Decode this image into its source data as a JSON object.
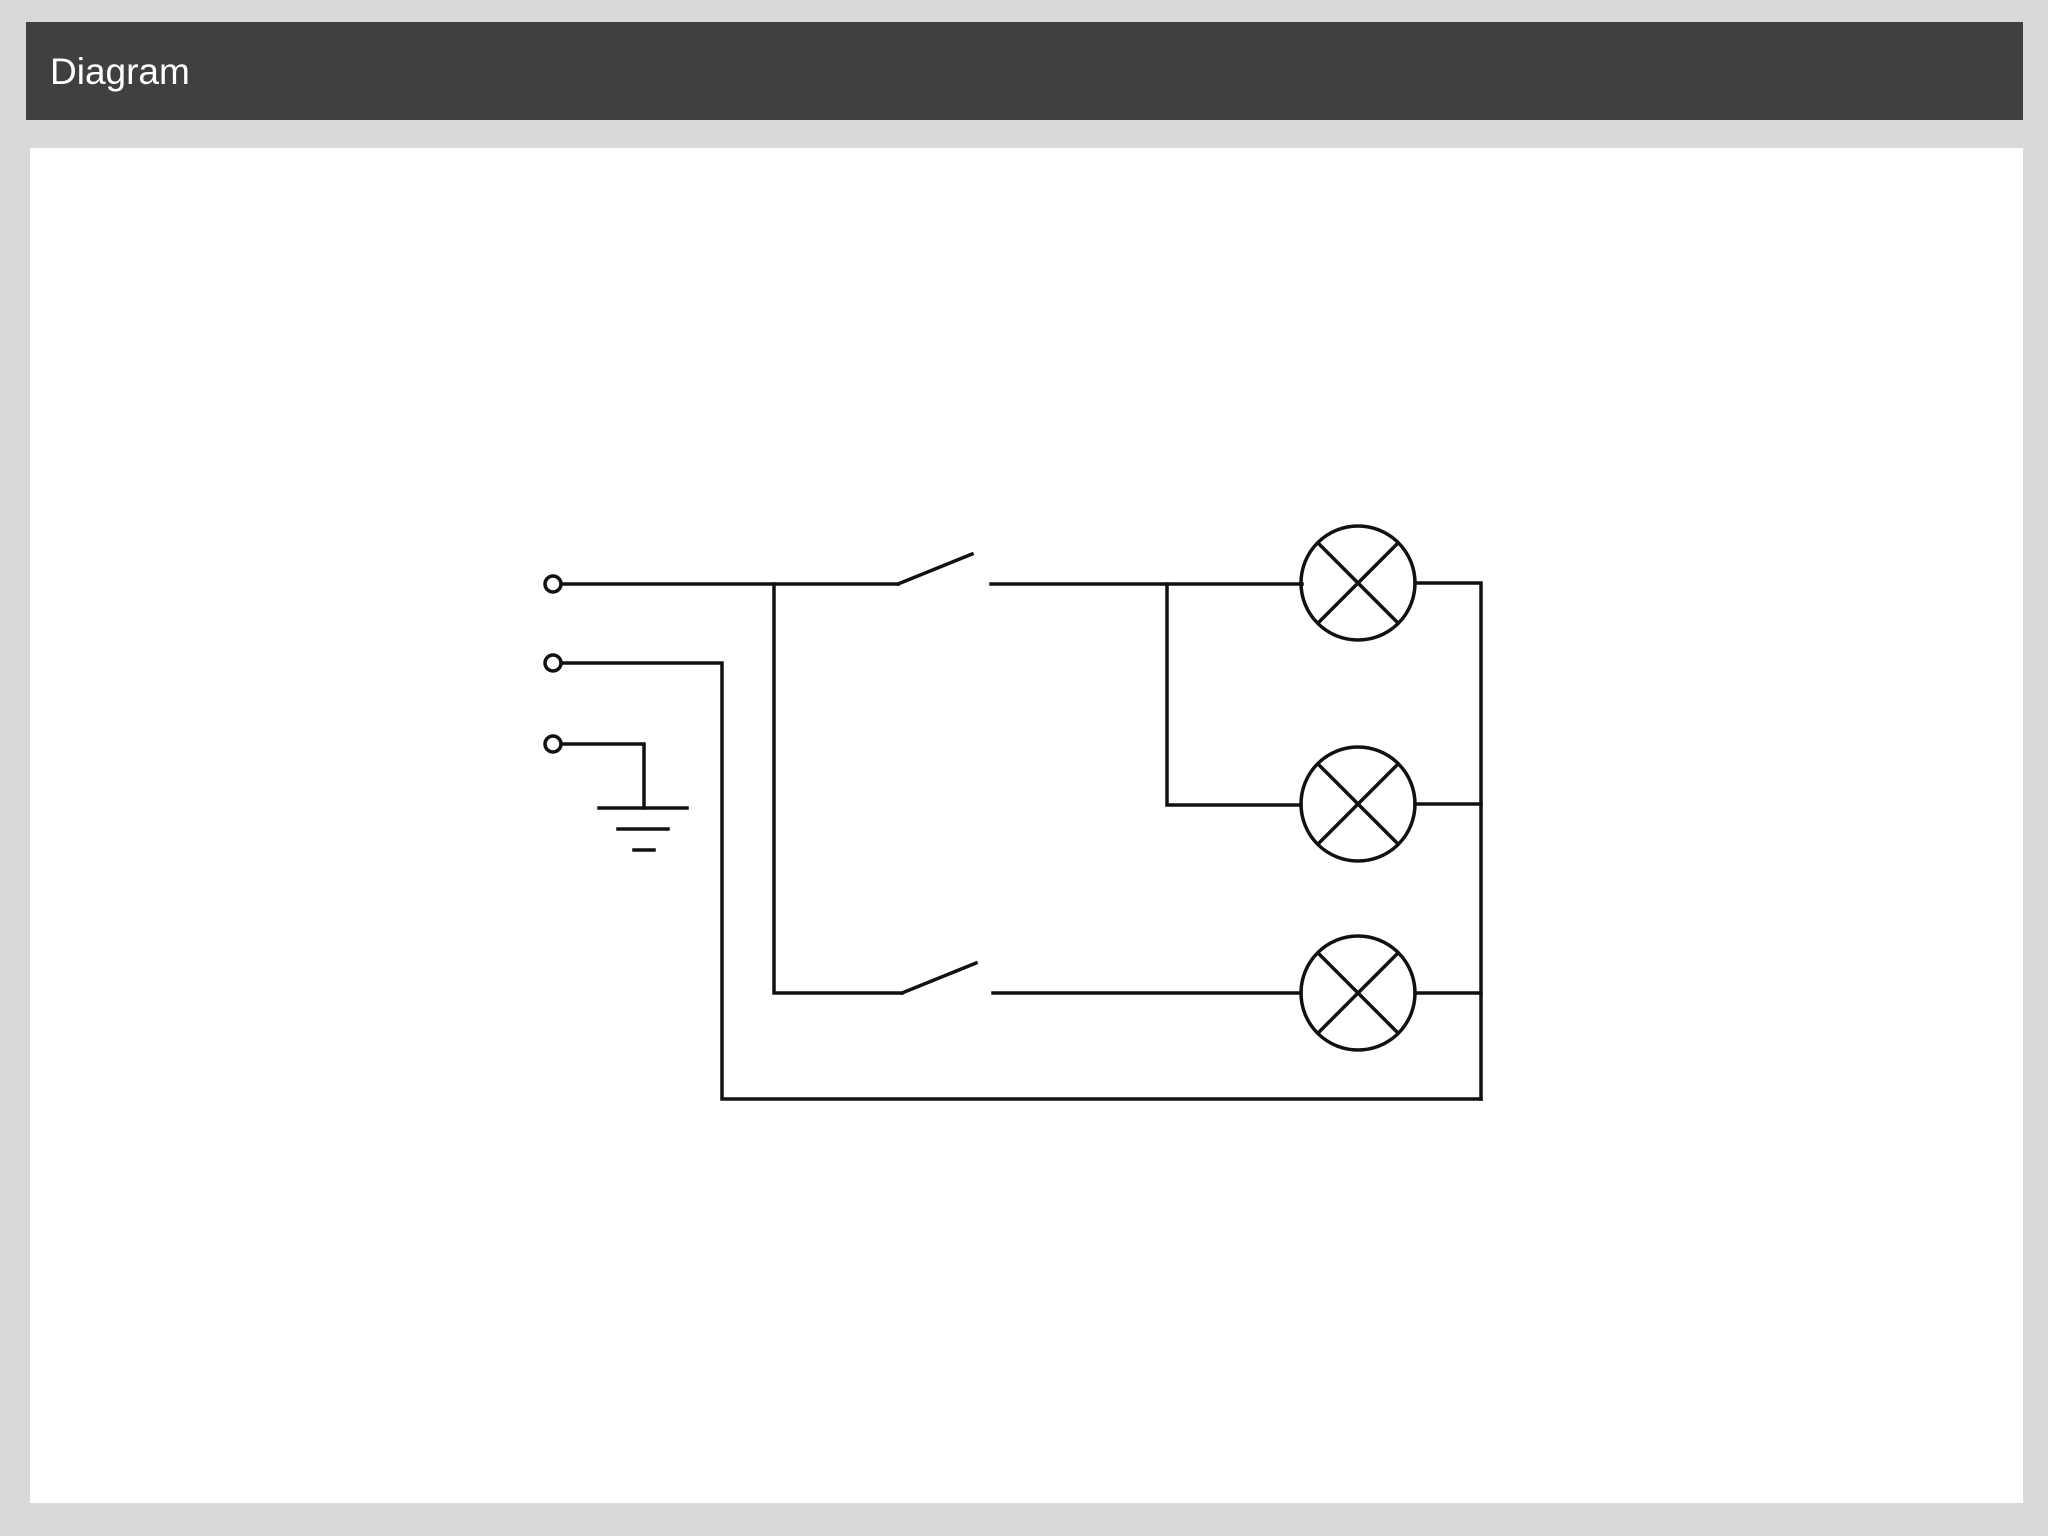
{
  "header": {
    "title": "Diagram"
  },
  "diagram": {
    "components": [
      {
        "name": "terminal-1",
        "kind": "terminal"
      },
      {
        "name": "terminal-2",
        "kind": "terminal"
      },
      {
        "name": "terminal-3",
        "kind": "terminal"
      },
      {
        "name": "ground",
        "kind": "ground"
      },
      {
        "name": "switch-1",
        "kind": "switch",
        "state": "open"
      },
      {
        "name": "switch-2",
        "kind": "switch",
        "state": "open"
      },
      {
        "name": "lamp-1",
        "kind": "lamp"
      },
      {
        "name": "lamp-2",
        "kind": "lamp"
      },
      {
        "name": "lamp-3",
        "kind": "lamp"
      }
    ],
    "connections": [
      [
        "terminal-1",
        "switch-1"
      ],
      [
        "terminal-1",
        "switch-2"
      ],
      [
        "switch-1",
        "lamp-1"
      ],
      [
        "switch-1",
        "lamp-2"
      ],
      [
        "switch-2",
        "lamp-3"
      ],
      [
        "lamp-1",
        "terminal-2"
      ],
      [
        "lamp-2",
        "terminal-2"
      ],
      [
        "lamp-3",
        "terminal-2"
      ],
      [
        "terminal-3",
        "ground"
      ]
    ],
    "colors": {
      "stroke": "#111111",
      "background": "#ffffff",
      "frame": "#d9d9d9",
      "header": "#404040"
    }
  }
}
